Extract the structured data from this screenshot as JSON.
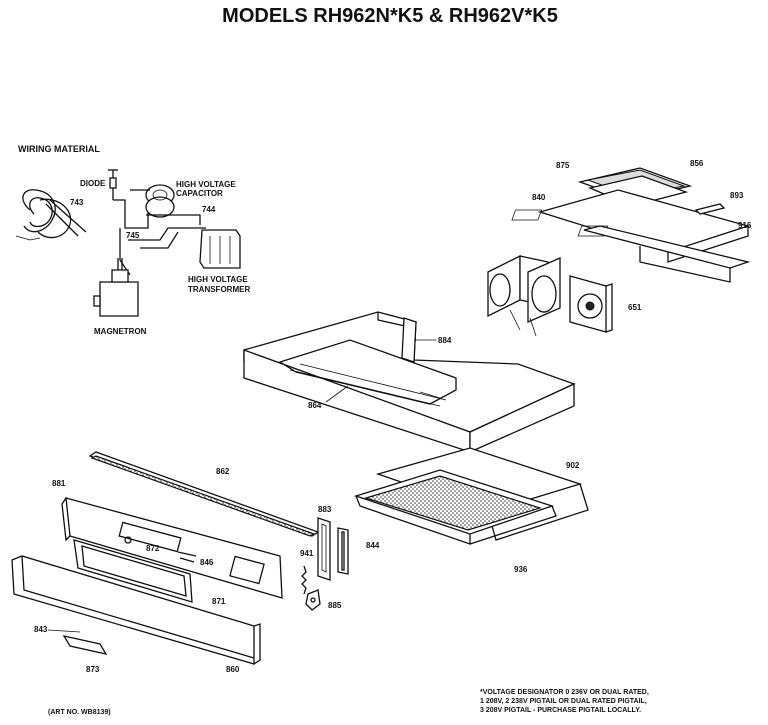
{
  "title": "MODELS RH962N*K5 & RH962V*K5",
  "wiring_heading": "WIRING MATERIAL",
  "wiring_labels": {
    "diode": "DIODE",
    "hv_cap_1": "HIGH VOLTAGE",
    "hv_cap_2": "CAPACITOR",
    "hv_trans_1": "HIGH VOLTAGE",
    "hv_trans_2": "TRANSFORMER",
    "magnetron": "MAGNETRON"
  },
  "part_numbers": {
    "p743": "743",
    "p744": "744",
    "p745": "745",
    "p875": "875",
    "p856": "856",
    "p840": "840",
    "p893": "893",
    "p916": "916",
    "p651": "651",
    "p884": "884",
    "p864": "864",
    "p862": "862",
    "p881": "881",
    "p902": "902",
    "p883": "883",
    "p872": "872",
    "p846": "846",
    "p941": "941",
    "p844": "844",
    "p871": "871",
    "p885": "885",
    "p936": "936",
    "p843": "843",
    "p873": "873",
    "p860": "860"
  },
  "art_no": "(ART NO. WB8139)",
  "voltage_note": {
    "line1": "*VOLTAGE DESIGNATOR 0 236V OR DUAL RATED,",
    "line2": "1 208V, 2 238V PIGTAIL OR DUAL RATED PIGTAIL,",
    "line3": "3 208V PIGTAIL - PURCHASE PIGTAIL LOCALLY."
  }
}
